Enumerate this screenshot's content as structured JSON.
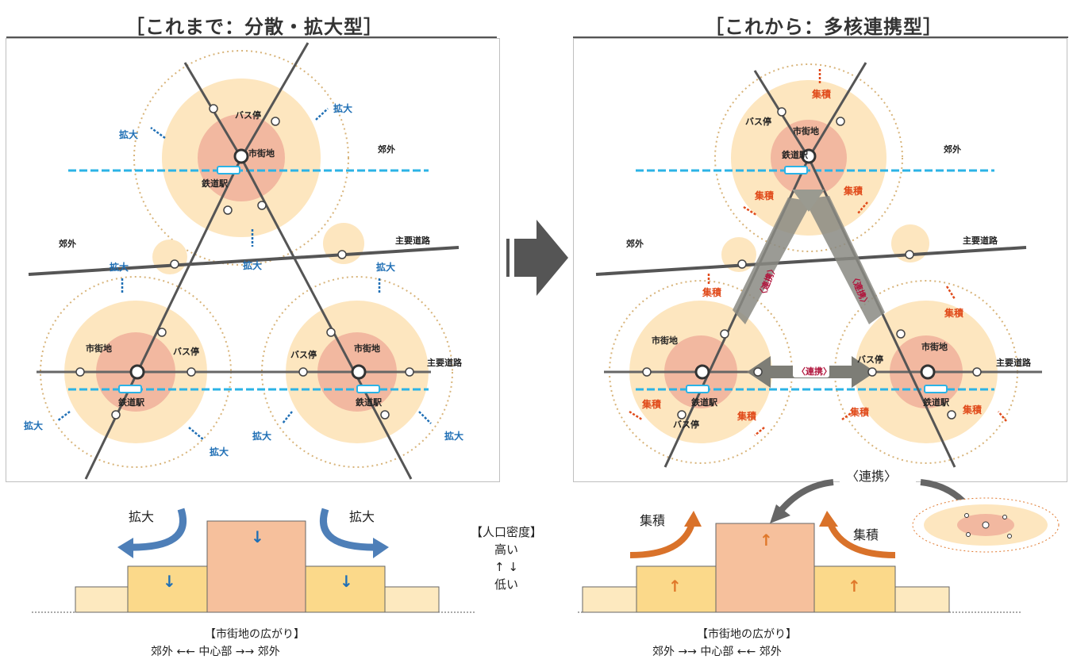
{
  "left": {
    "title": "［これまで：分散・拡大型］",
    "labels": {
      "bus": "バス停",
      "city": "市街地",
      "station": "鉄道駅",
      "suburb": "郊外",
      "road": "主要道路"
    },
    "expand": "拡大",
    "bottom_caption": "【市街地の広がり】",
    "bottom_axis": "郊外 ←← 中心部 →→ 郊外",
    "arrow_glyph": "↓"
  },
  "right": {
    "title": "［これから：多核連携型］",
    "labels": {
      "bus": "バス停",
      "city": "市街地",
      "station": "鉄道駅",
      "suburb": "郊外",
      "road": "主要道路"
    },
    "gather": "集積",
    "link": "〈連携〉",
    "link_tag": "〈連携〉",
    "bottom_caption": "【市街地の広がり】",
    "bottom_axis": "郊外 →→ 中心部 ←← 郊外",
    "arrow_glyph": "↑"
  },
  "middle": {
    "title": "【人口密度】",
    "high": "高い",
    "arrows": "↑ ↓",
    "low": "低い"
  },
  "colors": {
    "core": "#f2b8a0",
    "ring": "#fde6bf",
    "rail": "#2bb3e6",
    "road": "#555555",
    "blue": "#1f6fb5",
    "orange": "#e0782a"
  }
}
